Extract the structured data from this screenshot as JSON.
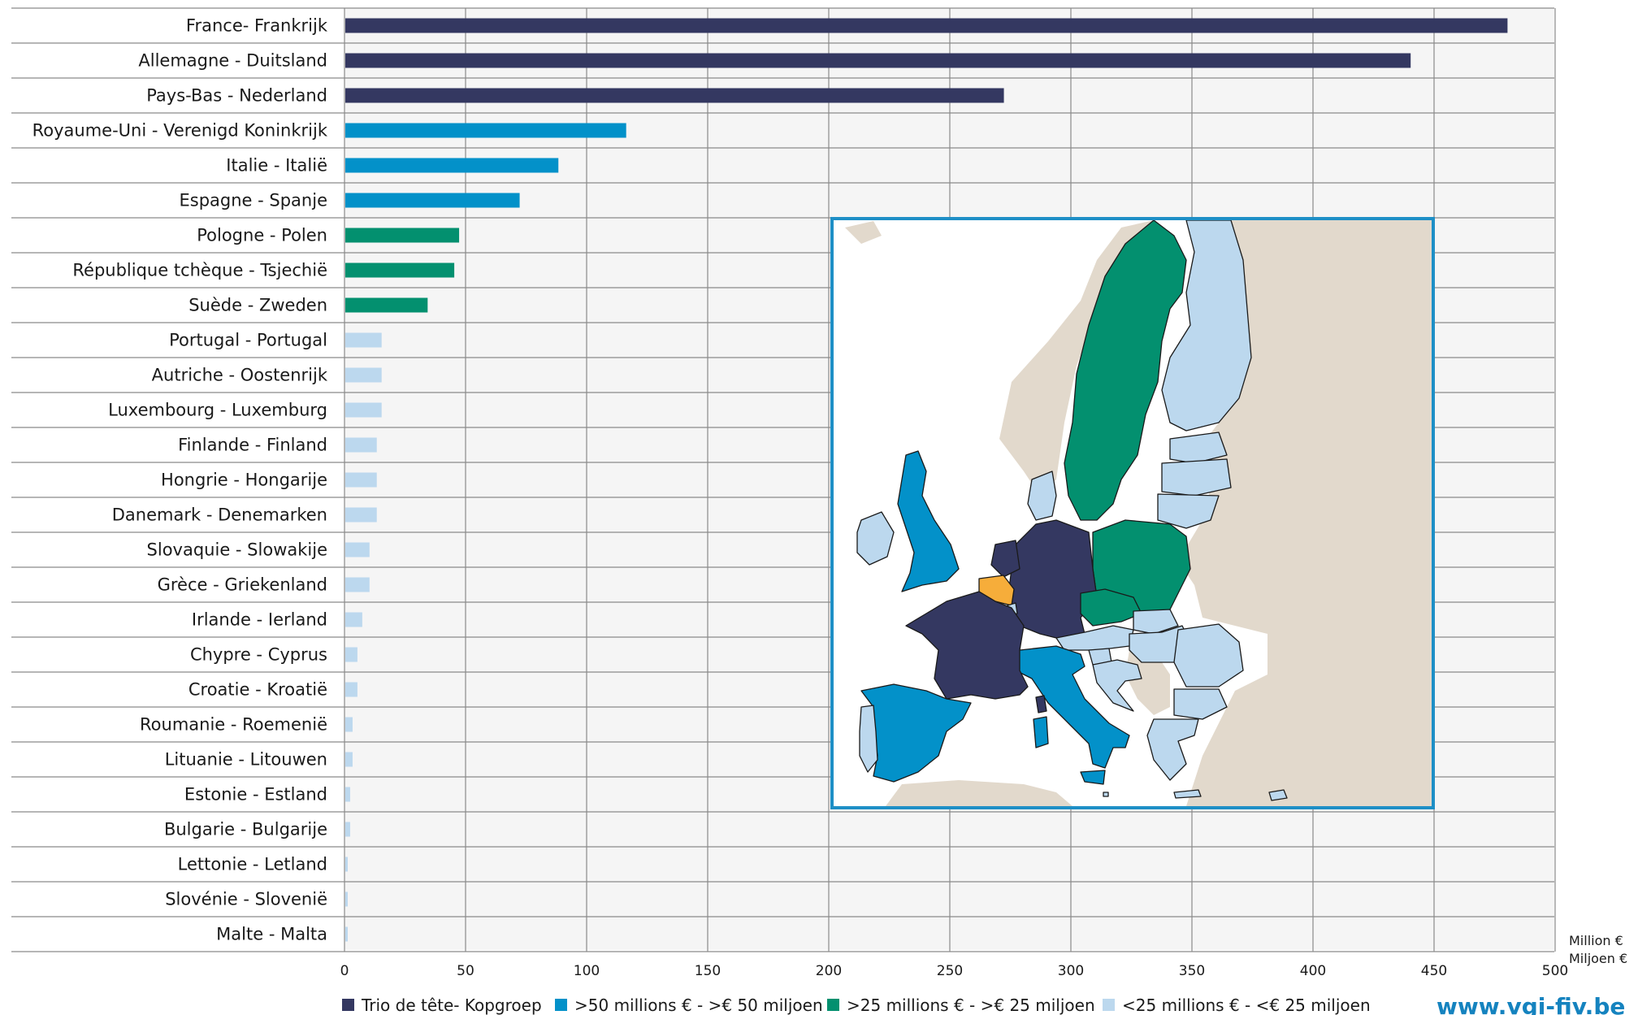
{
  "chart_data": {
    "type": "bar",
    "orientation": "horizontal",
    "categories": [
      "France- Frankrijk",
      "Allemagne - Duitsland",
      "Pays-Bas - Nederland",
      "Royaume-Uni - Verenigd Koninkrijk",
      "Italie - Italië",
      "Espagne - Spanje",
      "Pologne - Polen",
      "République tchèque - Tsjechië",
      "Suède - Zweden",
      "Portugal - Portugal",
      "Autriche - Oostenrijk",
      "Luxembourg - Luxemburg",
      "Finlande - Finland",
      "Hongrie - Hongarije",
      "Danemark - Denemarken",
      "Slovaquie - Slowakije",
      "Grèce - Griekenland",
      "Irlande - Ierland",
      "Chypre - Cyprus",
      "Croatie - Kroatië",
      "Roumanie - Roemenië",
      "Lituanie - Litouwen",
      "Estonie - Estland",
      "Bulgarie - Bulgarije",
      "Lettonie - Letland",
      "Slovénie - Slovenië",
      "Malte - Malta"
    ],
    "values": [
      480,
      440,
      272,
      116,
      88,
      72,
      47,
      45,
      34,
      15,
      15,
      15,
      13,
      13,
      13,
      10,
      10,
      7,
      5,
      5,
      3,
      3,
      2,
      2,
      1,
      1,
      1
    ],
    "groups": [
      0,
      0,
      0,
      1,
      1,
      1,
      2,
      2,
      2,
      3,
      3,
      3,
      3,
      3,
      3,
      3,
      3,
      3,
      3,
      3,
      3,
      3,
      3,
      3,
      3,
      3,
      3
    ],
    "legend": [
      {
        "name": "Trio de tête- Kopgroep",
        "color": "#343861"
      },
      {
        "name": ">50 millions € - >€ 50 miljoen",
        "color": "#0391c9"
      },
      {
        "name": ">25 millions € - >€ 25 miljoen",
        "color": "#03906f"
      },
      {
        "name": "<25 millions € - <€ 25 miljoen",
        "color": "#bcd8ee"
      }
    ],
    "x_ticks": [
      0,
      50,
      100,
      150,
      200,
      250,
      300,
      350,
      400,
      450,
      500
    ],
    "xlim": [
      0,
      500
    ],
    "unit_label_1": "Million €",
    "unit_label_2": "Miljoen €",
    "grid": true,
    "legend_position": "bottom",
    "inset": "map of Europe with countries colored by group; Belgium highlighted in orange",
    "highlight_color": "#f6ad3a"
  },
  "footer": {
    "website": "www.vgi-fiv.be"
  }
}
